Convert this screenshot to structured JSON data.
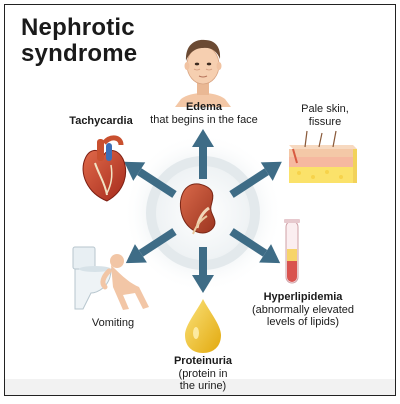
{
  "title": {
    "line1": "Nephrotic",
    "line2": "syndrome"
  },
  "center": {
    "icon": "kidney-icon"
  },
  "symptoms": {
    "edema": {
      "name": "Edema",
      "detail": "that begins in the face",
      "icon": "face-icon"
    },
    "tachycardia": {
      "name": "Tachycardia",
      "icon": "heart-icon"
    },
    "pale_skin": {
      "line1": "Pale skin,",
      "line2": "fissure",
      "icon": "skin-section-icon"
    },
    "vomiting": {
      "name": "Vomiting",
      "icon": "vomiting-person-icon"
    },
    "hyperlipidemia": {
      "name": "Hyperlipidemia",
      "detail1": "(abnormally elevated",
      "detail2": "levels of lipids)",
      "icon": "test-tube-icon"
    },
    "proteinuria": {
      "name": "Proteinuria",
      "detail1": "(protein in",
      "detail2": "the urine)",
      "icon": "urine-drop-icon"
    }
  },
  "colors": {
    "arrow": "#3e6c86",
    "heart": "#c0392b",
    "kidney": "#b5442c",
    "drop": "#f0c419",
    "skin": "#f6c9a8",
    "fat_layer": "#fbe26a",
    "tube_blood": "#d9534f",
    "toilet": "#e6eef2"
  }
}
